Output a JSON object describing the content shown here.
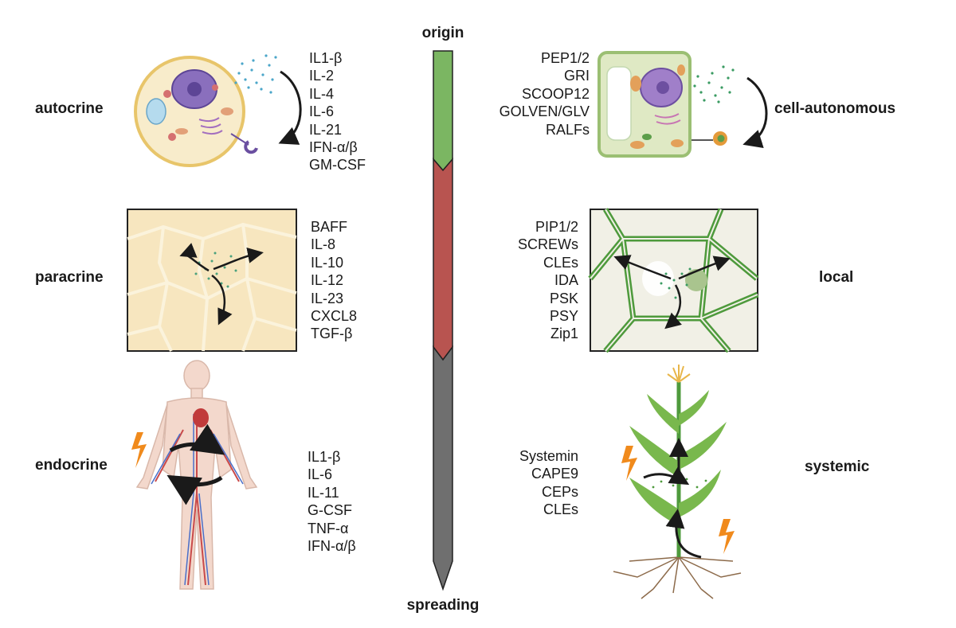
{
  "axis": {
    "top_label": "origin",
    "bottom_label": "spreading"
  },
  "animal": {
    "rows": [
      {
        "label": "autocrine",
        "items": [
          "IL1-β",
          "IL-2",
          "IL-4",
          "IL-6",
          "IL-21",
          "IFN-α/β",
          "GM-CSF"
        ]
      },
      {
        "label": "paracrine",
        "items": [
          "BAFF",
          "IL-8",
          "IL-10",
          "IL-12",
          "IL-23",
          "CXCL8",
          "TGF-β"
        ]
      },
      {
        "label": "endocrine",
        "items": [
          "IL1-β",
          "IL-6",
          "IL-11",
          "G-CSF",
          "TNF-α",
          "IFN-α/β"
        ]
      }
    ]
  },
  "plant": {
    "rows": [
      {
        "label": "cell-autonomous",
        "items": [
          "PEP1/2",
          "GRI",
          "SCOOP12",
          "GOLVEN/GLV",
          "RALFs"
        ]
      },
      {
        "label": "local",
        "items": [
          "PIP1/2",
          "SCREWs",
          "CLEs",
          "IDA",
          "PSK",
          "PSY",
          "Zip1"
        ]
      },
      {
        "label": "systemic",
        "items": [
          "Systemin",
          "CAPE9",
          "CEPs",
          "CLEs"
        ]
      }
    ]
  },
  "colors": {
    "green": "#7bb662",
    "red": "#b85450",
    "gray": "#6f6f6f",
    "cell_yellow": "#f8eccb",
    "plant_green": "#4e9a3c"
  }
}
